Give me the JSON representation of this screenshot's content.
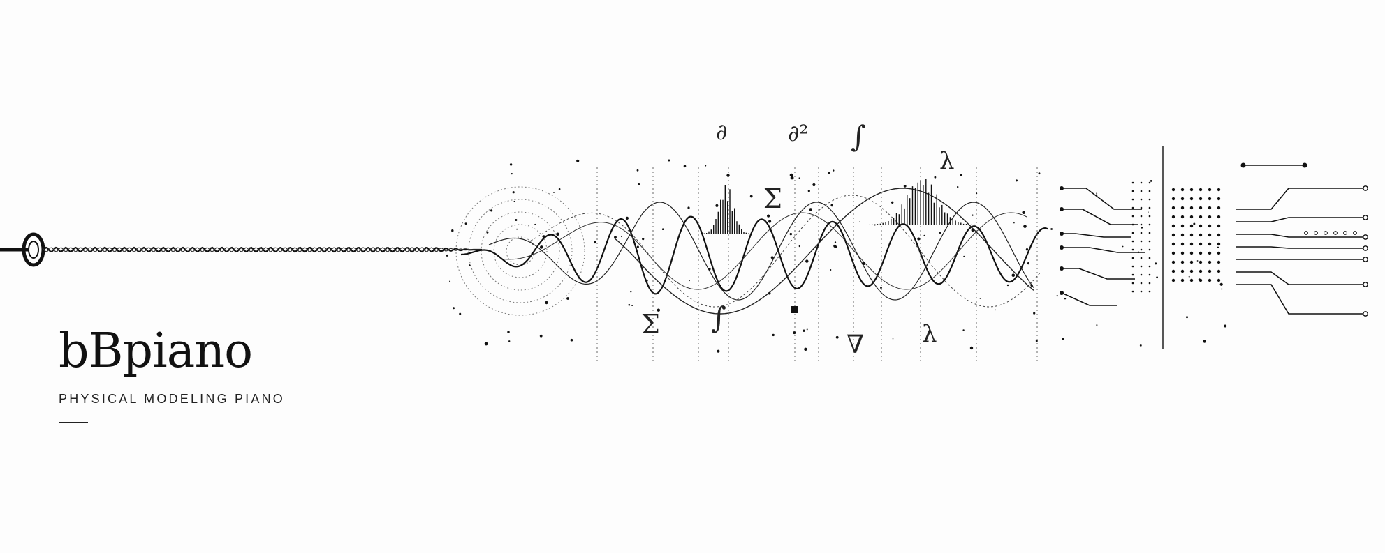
{
  "brand": {
    "title": "bBpiano",
    "subtitle": "PHYSICAL MODELING PIANO"
  },
  "symbols": {
    "partial": "∂",
    "partial_squared": "∂²",
    "integral_top": "∫",
    "lambda_top": "λ",
    "sigma_mid": "Σ",
    "sigma_low": "Σ",
    "integral_low": "∫",
    "nabla": "∇",
    "lambda_low": "λ"
  },
  "colors": {
    "ink": "#111111",
    "background": "#fdfdfd"
  }
}
